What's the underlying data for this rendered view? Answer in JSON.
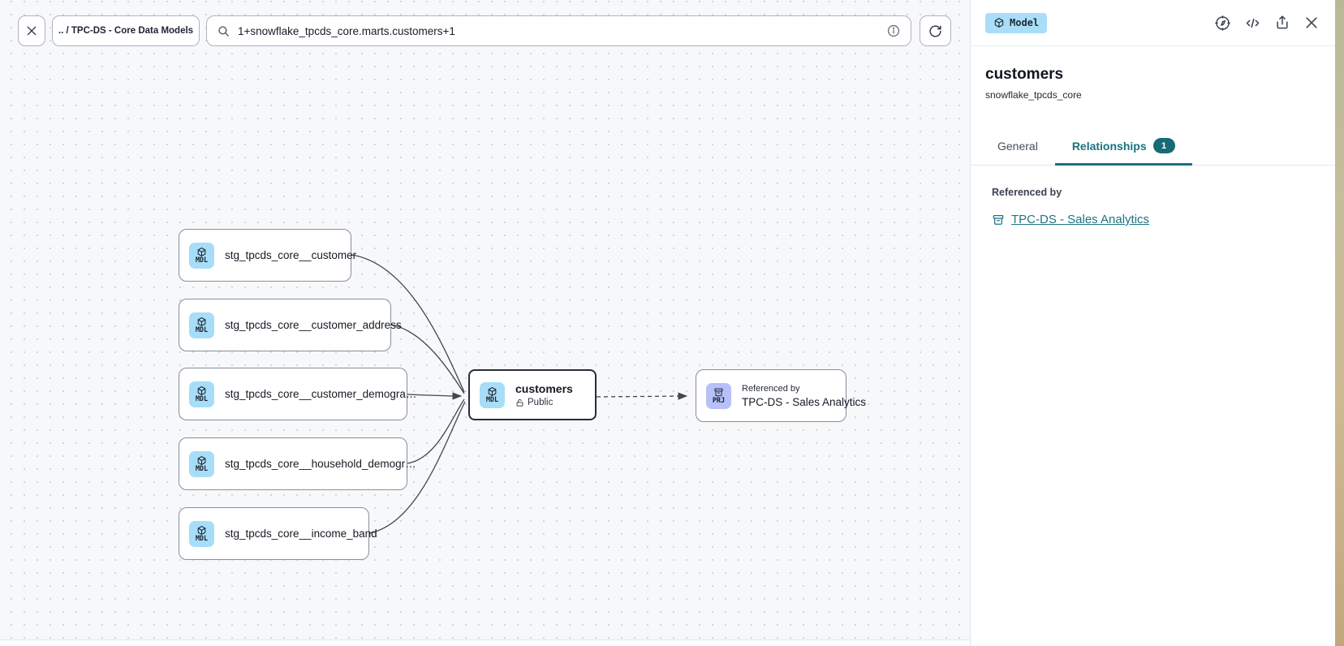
{
  "toolbar": {
    "breadcrumb": ".. / TPC-DS - Core Data Models",
    "search_value": "1+snowflake_tpcds_core.marts.customers+1"
  },
  "canvas": {
    "upstream_nodes": [
      {
        "badge": "MDL",
        "label": "stg_tpcds_core__customer"
      },
      {
        "badge": "MDL",
        "label": "stg_tpcds_core__customer_address"
      },
      {
        "badge": "MDL",
        "label": "stg_tpcds_core__customer_demogra…"
      },
      {
        "badge": "MDL",
        "label": "stg_tpcds_core__household_demogr…"
      },
      {
        "badge": "MDL",
        "label": "stg_tpcds_core__income_band"
      }
    ],
    "selected_node": {
      "badge": "MDL",
      "label": "customers",
      "access": "Public"
    },
    "downstream_node": {
      "badge": "PRJ",
      "kicker": "Referenced by",
      "label": "TPC-DS - Sales Analytics"
    }
  },
  "panel": {
    "type_badge": "Model",
    "title": "customers",
    "subtitle": "snowflake_tpcds_core",
    "tabs": [
      {
        "label": "General"
      },
      {
        "label": "Relationships",
        "count": "1"
      }
    ],
    "section_label": "Referenced by",
    "reference_link": "TPC-DS - Sales Analytics"
  },
  "colors": {
    "accent_teal": "#1b7280",
    "model_icon_blue": "#a7ddf8",
    "project_icon_purple": "#b7c0f8",
    "tab_count_badge": "#166b77"
  }
}
